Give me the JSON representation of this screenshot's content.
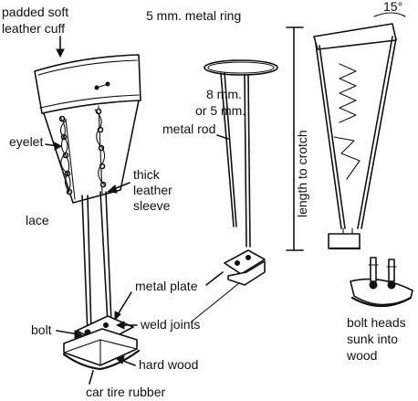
{
  "labels": {
    "padded_cuff_1": "padded soft",
    "padded_cuff_2": "leather cuff",
    "eyelet": "eyelet",
    "lace": "lace",
    "thick_sleeve_1": "thick",
    "thick_sleeve_2": "leather",
    "thick_sleeve_3": "sleeve",
    "bolt": "bolt",
    "metal_plate": "metal plate",
    "weld_joints": "weld joints",
    "hard_wood": "hard wood",
    "car_tire_rubber": "car tire rubber",
    "metal_ring": "5 mm. metal ring",
    "metal_rod_1": "8 mm.",
    "metal_rod_2": "or 5 mm.",
    "metal_rod_3": "metal rod",
    "angle": "15°",
    "length_to_crotch": "length to crotch",
    "bolt_heads_1": "bolt heads",
    "bolt_heads_2": "sunk into",
    "bolt_heads_3": "wood"
  }
}
